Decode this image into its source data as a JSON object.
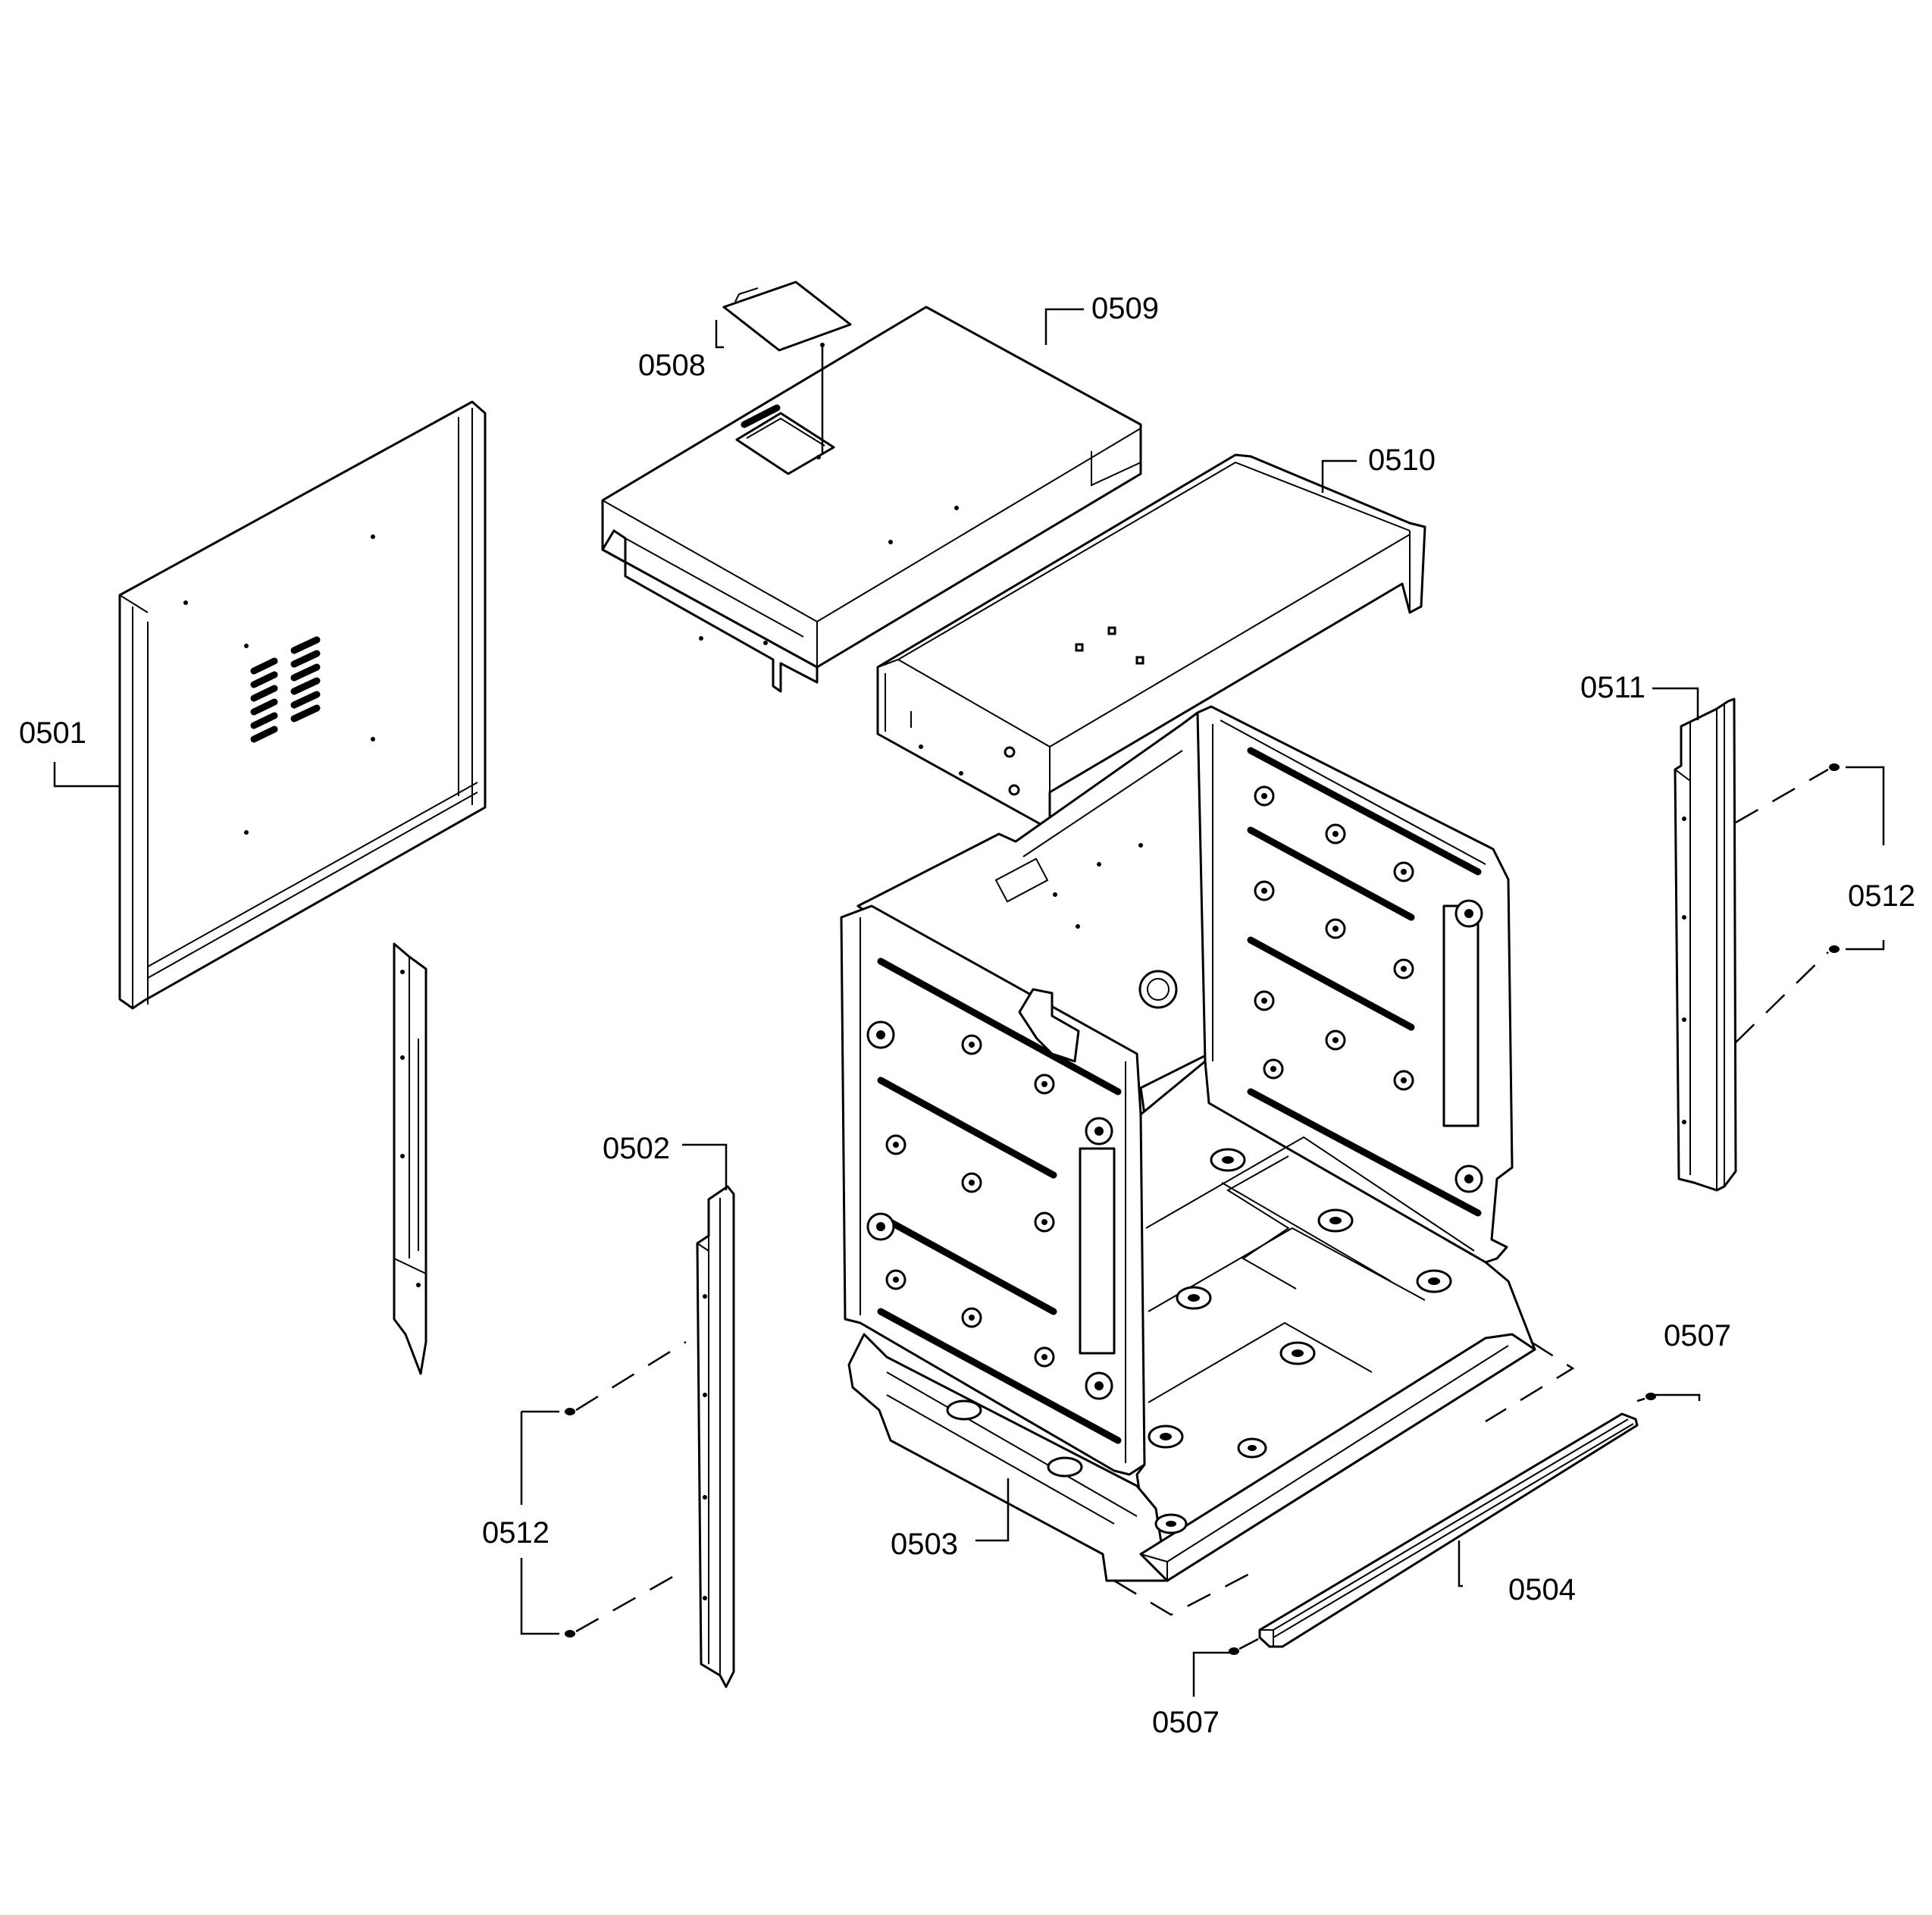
{
  "callouts": {
    "c0501": "0501",
    "c0502": "0502",
    "c0503": "0503",
    "c0504": "0504",
    "c0507_right": "0507",
    "c0507_bottom": "0507",
    "c0508": "0508",
    "c0509": "0509",
    "c0510": "0510",
    "c0511": "0511",
    "c0512_right": "0512",
    "c0512_left": "0512"
  }
}
